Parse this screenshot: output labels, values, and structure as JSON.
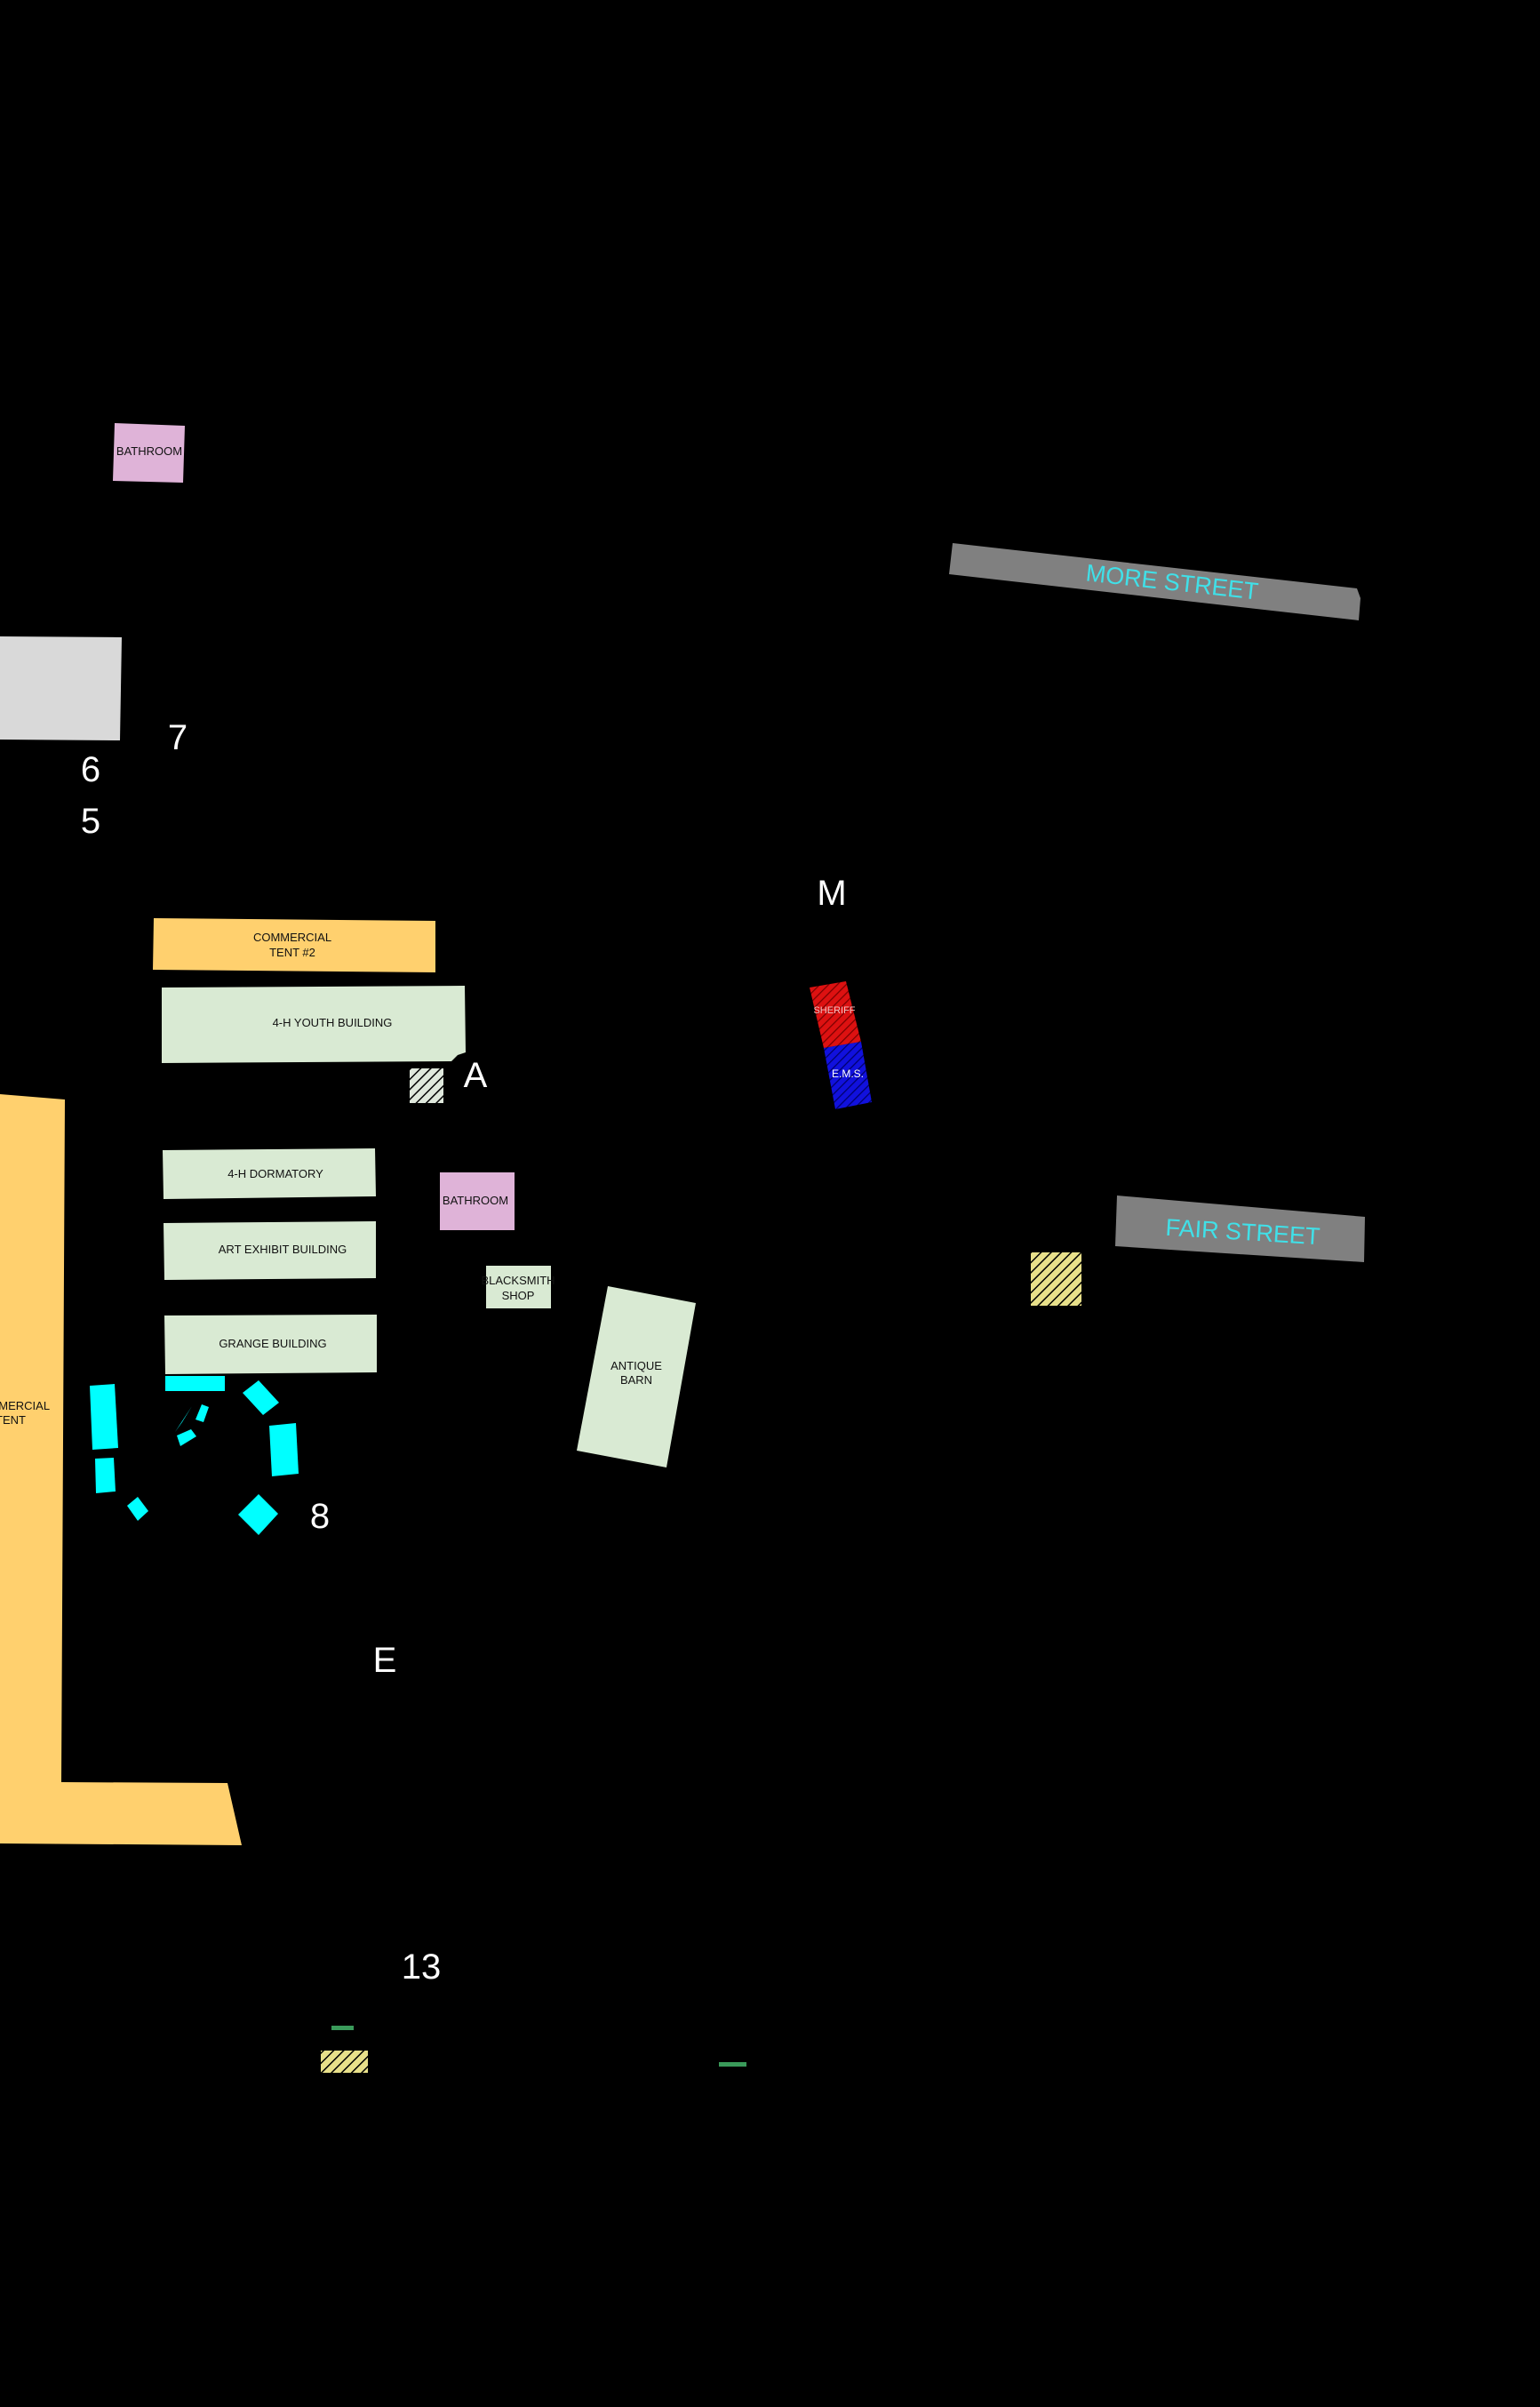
{
  "colors": {
    "background": "#000000",
    "commercial": "#ffd06e",
    "building": "#d9ead3",
    "bathroom": "#dfb3d8",
    "tent_grey": "#d9d9d9",
    "street": "#808080",
    "street_text": "#40e0e8",
    "cyan": "#00ffff",
    "sheriff": "#dd1111",
    "ems": "#1111dd",
    "hatch_yellow": "#e8e08a",
    "hatch_white": "#dfe8dc",
    "green_mark": "#3a9a5a"
  },
  "streets": {
    "more": "MORE STREET",
    "fair": "FAIR STREET"
  },
  "buildings": {
    "bathroom_top": "BATHROOM",
    "commercial_tent_2": [
      "COMMERCIAL",
      "TENT #2"
    ],
    "youth_building": "4-H YOUTH BUILDING",
    "dormatory": "4-H DORMATORY",
    "bathroom_mid": "BATHROOM",
    "art_exhibit": "ART EXHIBIT BUILDING",
    "blacksmith": [
      "BLACKSMITH",
      "SHOP"
    ],
    "grange": "GRANGE BUILDING",
    "antique_barn": [
      "ANTIQUE",
      "BARN"
    ],
    "commercial_tent": [
      "COMMERCIAL",
      "TENT"
    ],
    "sheriff": "SHERIFF",
    "ems": "E.M.S."
  },
  "markers": {
    "m7": "7",
    "m6": "6",
    "m5": "5",
    "mM": "M",
    "mA": "A",
    "m8": "8",
    "mE": "E",
    "m13": "13"
  }
}
